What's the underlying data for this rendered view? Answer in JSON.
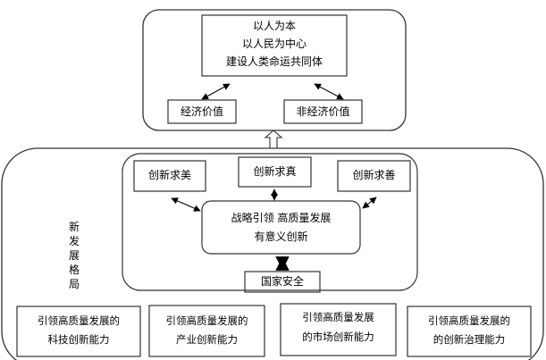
{
  "core": {
    "line1": "以人为本",
    "line2": "以人民为中心",
    "line3": "建设人类命运共同体"
  },
  "values": {
    "economic": "经济价值",
    "non_economic": "非经济价值"
  },
  "innovation": {
    "beauty": "创新求美",
    "truth": "创新求真",
    "goodness": "创新求善"
  },
  "strategy": {
    "line1": "战略引领 高质量发展",
    "line2": "有意义创新"
  },
  "security": "国家安全",
  "pattern_label": "新发展格局",
  "capabilities": [
    {
      "line1": "引领高质量发展的",
      "line2": "科技创新能力"
    },
    {
      "line1": "引领高质量发展的",
      "line2": "产业创新能力"
    },
    {
      "line1": "引领高质量发展",
      "line2": "的市场创新能力"
    },
    {
      "line1": "引领高质量发展的",
      "line2": "的创新治理能力"
    }
  ]
}
